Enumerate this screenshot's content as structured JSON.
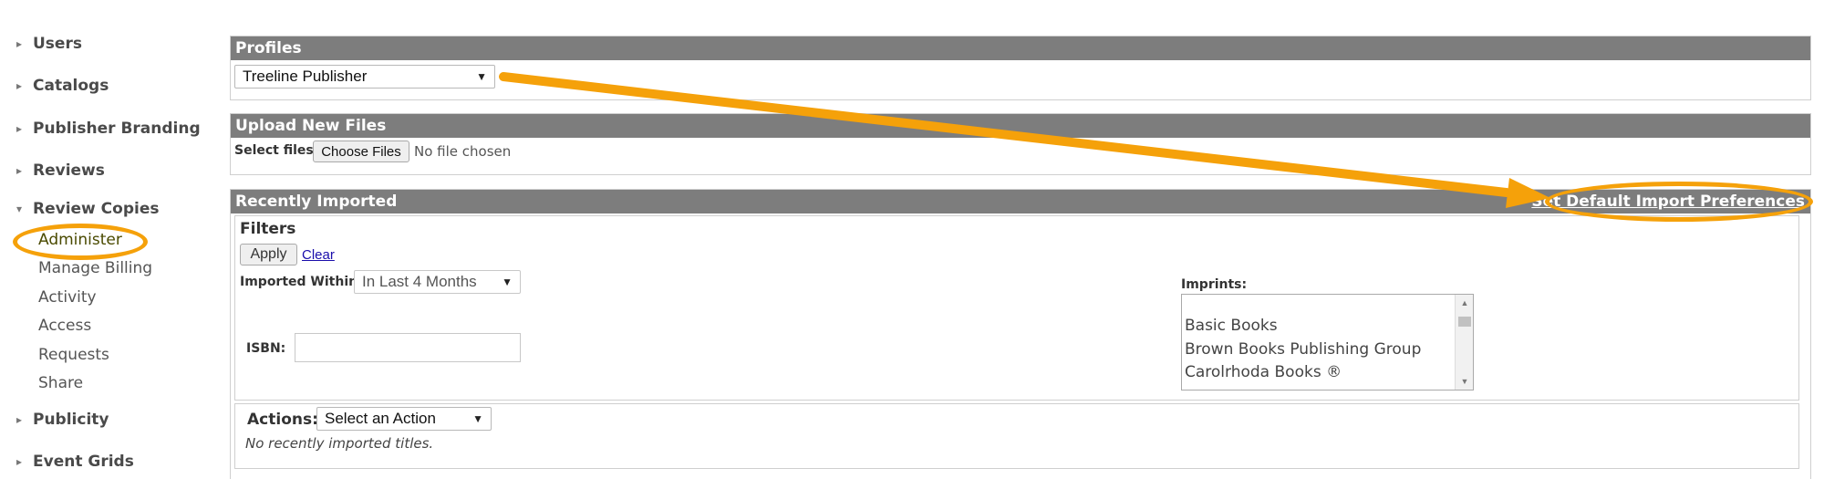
{
  "sidebar": {
    "items": [
      {
        "label": "Users",
        "expanded": false
      },
      {
        "label": "Catalogs",
        "expanded": false
      },
      {
        "label": "Publisher Branding",
        "expanded": false
      },
      {
        "label": "Reviews",
        "expanded": false
      },
      {
        "label": "Review Copies",
        "expanded": true
      },
      {
        "label": "Publicity",
        "expanded": false
      },
      {
        "label": "Event Grids",
        "expanded": false
      }
    ],
    "review_copies_subitems": [
      "Administer",
      "Manage Billing",
      "Activity",
      "Access",
      "Requests",
      "Share"
    ],
    "active_subitem": "Administer"
  },
  "profiles": {
    "header": "Profiles",
    "selected_profile": "Treeline Publisher"
  },
  "upload": {
    "header": "Upload New Files",
    "select_files_label": "Select files:",
    "choose_button": "Choose Files",
    "no_file_text": "No file chosen"
  },
  "recently_imported": {
    "header": "Recently Imported",
    "default_prefs_link": "Set Default Import Preferences",
    "filters": {
      "title": "Filters",
      "apply_button": "Apply",
      "clear_link": "Clear",
      "imported_within_label": "Imported Within:",
      "imported_within_value": "In Last 4 Months",
      "isbn_label": "ISBN:",
      "isbn_value": "",
      "imprints_label": "Imprints:",
      "imprint_options": [
        "Basic Books",
        "Brown Books Publishing Group",
        "Carolrhoda Books ®"
      ]
    },
    "actions": {
      "label": "Actions:",
      "selected": "Select an Action",
      "empty_message": "No recently imported titles."
    }
  },
  "annotation": {
    "color": "#f5a10a"
  }
}
